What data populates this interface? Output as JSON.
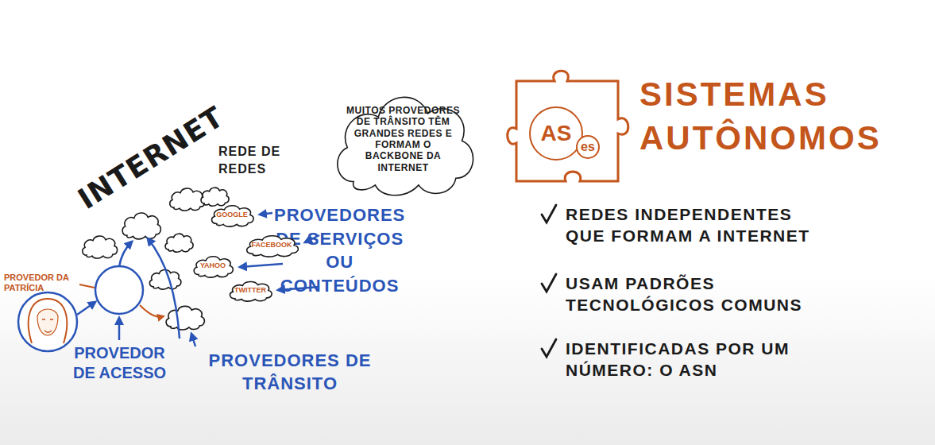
{
  "diagram": {
    "title": "SISTEMAS AUTÔNOMOS",
    "nodes": [
      {
        "text": [
          "GOOGLE"
        ]
      },
      {
        "text": [
          "FACEBOOK"
        ]
      },
      {
        "text": [
          "YAHOO"
        ]
      },
      {
        "text": [
          "TWITTER"
        ]
      },
      {
        "text": [
          "MUITOS PROVEDORES DE TRÂNSITO TÊM GRANDES REDES E FORMAM O BACKBONE DA INTERNET"
        ]
      },
      {
        "text": [
          "AS"
        ]
      },
      {
        "text": [
          "es"
        ]
      }
    ],
    "labels": [
      "INTERNET",
      "REDE DE REDES",
      "PROVEDOR DA PATRÍCIA",
      "PROVEDOR DE ACESSO",
      "PROVEDORES DE SERVIÇOS OU CONTEÚDOS",
      "PROVEDORES DE TRÂNSITO",
      "REDES INDEPENDENTES QUE FORMAM A INTERNET",
      "USAM PADRÕES TECNOLÓGICOS COMUNS",
      "IDENTIFICADAS POR UM NÚMERO: O ASN"
    ]
  }
}
